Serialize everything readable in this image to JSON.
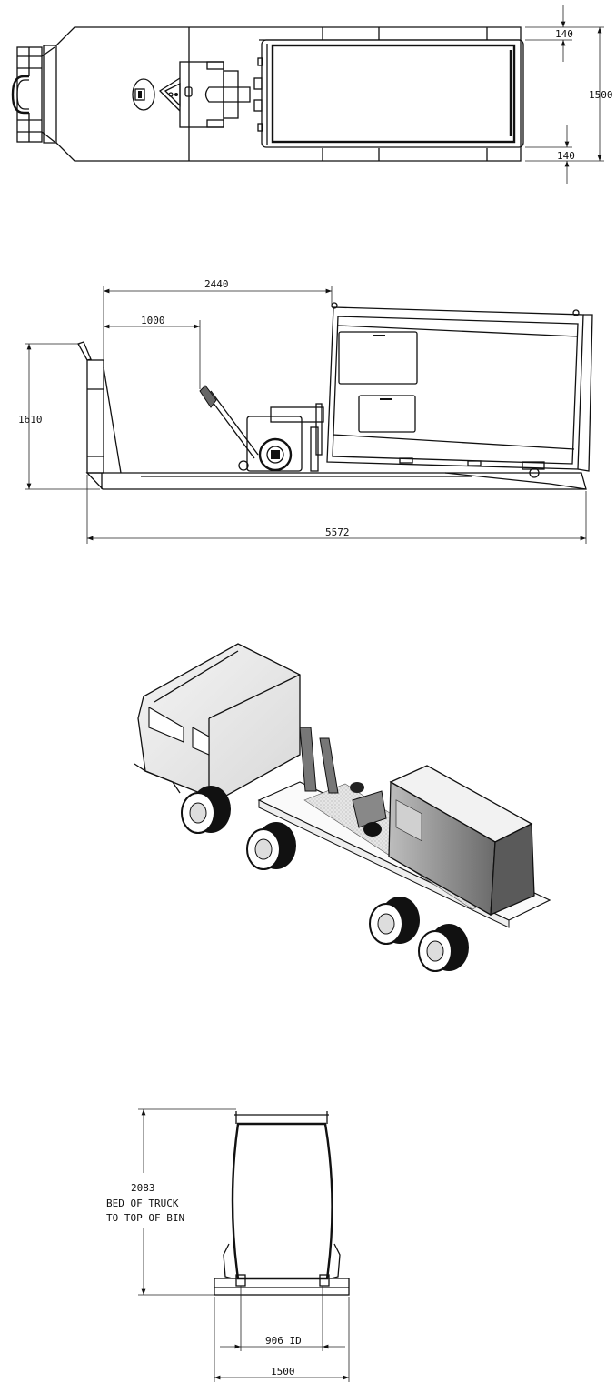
{
  "drawing": {
    "top_view": {
      "dimensions": {
        "top_margin": "140",
        "width": "1500",
        "bottom_margin": "140"
      }
    },
    "side_view": {
      "dimensions": {
        "tug_to_bin": "2440",
        "tug_handle": "1000",
        "headboard_height": "1610",
        "overall_length": "5572"
      }
    },
    "isometric_view": {
      "description": "Truck with flatbed carrying tug and enclosed bin"
    },
    "end_view": {
      "dimensions": {
        "height_value": "2083",
        "height_note_line1": "BED OF TRUCK",
        "height_note_line2": "TO TOP OF BIN",
        "inner_width": "906 ID",
        "bed_width": "1500"
      }
    }
  }
}
